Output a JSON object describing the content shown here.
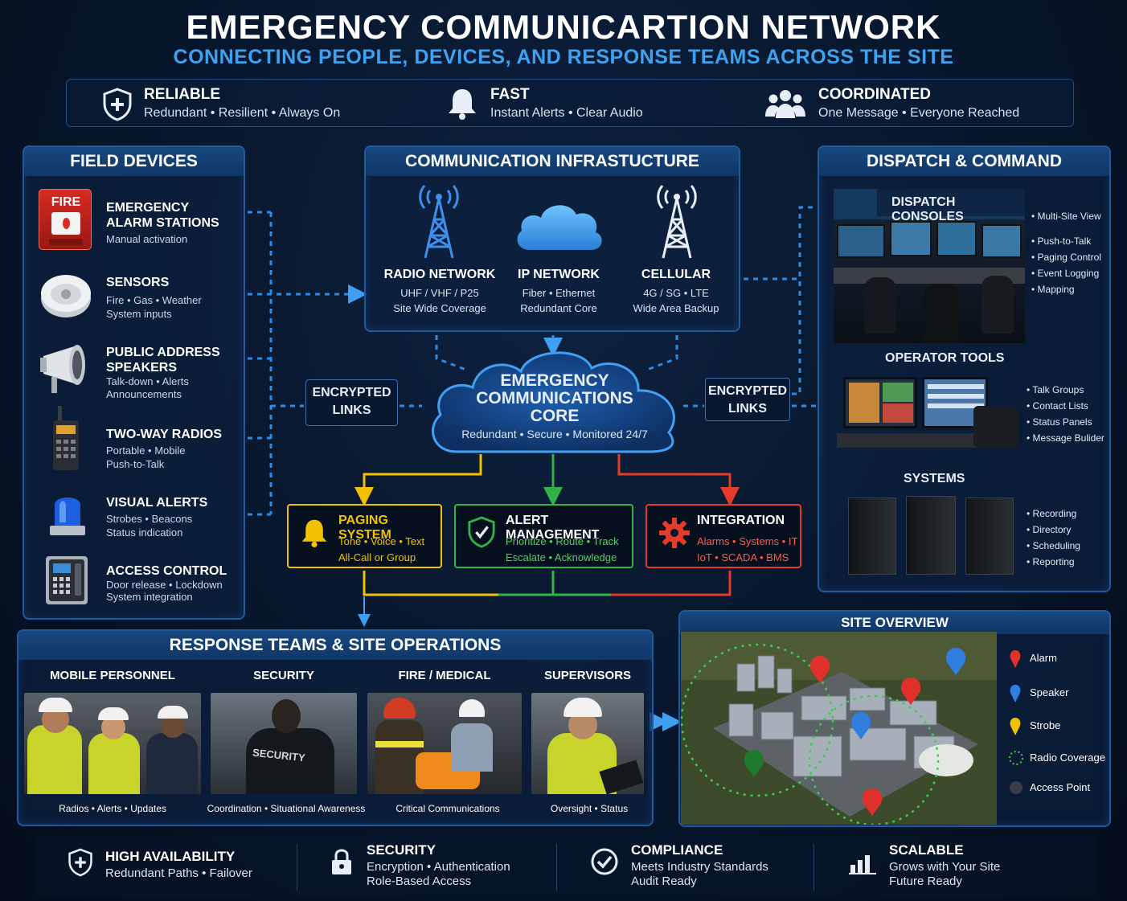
{
  "header": {
    "title": "EMERGENCY COMMUNICARTION NETWORK",
    "subtitle": "CONNECTING PEOPLE, DEVICES, AND RESPONSE TEAMS ACROSS THE SITE"
  },
  "features": [
    {
      "title": "RELIABLE",
      "subtitle": "Redundant • Resilient • Always On",
      "icon": "shield-plus-icon"
    },
    {
      "title": "FAST",
      "subtitle": "Instant Alerts • Clear Audio",
      "icon": "bell-icon"
    },
    {
      "title": "COORDINATED",
      "subtitle": "One Message • Everyone Reached",
      "icon": "people-group-icon"
    }
  ],
  "field_devices": {
    "heading": "FIELD DEVICES",
    "fire_label": "FIRE",
    "items": [
      {
        "title": "EMERGENCY\nALARM STATIONS",
        "subtitle": "Manual activation",
        "icon": "fire-alarm-icon"
      },
      {
        "title": "SENSORS",
        "subtitle": "Fire • Gas • Weather\nSystem inputs",
        "icon": "smoke-sensor-icon"
      },
      {
        "title": "PUBLIC ADDRESS\nSPEAKERS",
        "subtitle": "Talk-down • Alerts\nAnnouncements",
        "icon": "megaphone-icon"
      },
      {
        "title": "TWO-WAY RADIOS",
        "subtitle": "Portable • Mobile\nPush-to-Talk",
        "icon": "radio-icon"
      },
      {
        "title": "VISUAL ALERTS",
        "subtitle": "Strobes • Beacons\nStatus indication",
        "icon": "beacon-icon"
      },
      {
        "title": "ACCESS CONTROL",
        "subtitle": "Door release • Lockdown\nSystem integration",
        "icon": "access-panel-icon"
      }
    ]
  },
  "infrastructure": {
    "heading": "COMMUNICATION INFRASTUCTURE",
    "columns": [
      {
        "title": "RADIO NETWORK",
        "line1": "UHF / VHF / P25",
        "line2": "Site Wide Coverage",
        "icon": "radio-tower-icon"
      },
      {
        "title": "IP NETWORK",
        "line1": "Fiber • Ethernet",
        "line2": "Redundant Core",
        "icon": "cloud-icon"
      },
      {
        "title": "CELLULAR",
        "line1": "4G / SG • LTE",
        "line2": "Wide Area Backup",
        "icon": "cell-tower-icon"
      }
    ]
  },
  "core": {
    "title": "EMERGENCY\nCOMMUNICATIONS\nCORE",
    "subtitle": "Redundant • Secure • Monitored 24/7"
  },
  "encrypted_left": "ENCRYPTED\nLINKS",
  "encrypted_right": "ENCRYPTED\nLINKS",
  "systems": [
    {
      "title": "PAGING SYSTEM",
      "line1": "Tone • Voice • Text",
      "line2": "All-Call or Group",
      "color": "#f2c200",
      "icon": "bell-icon"
    },
    {
      "title": "ALERT MANAGEMENT",
      "line1": "Prioritize • Route • Track",
      "line2": "Escalate • Acknowledge",
      "color": "#32b34a",
      "icon": "shield-check-icon"
    },
    {
      "title": "INTEGRATION",
      "line1": "Alarms • Systems • IT",
      "line2": "IoT • SCADA • BMS",
      "color": "#e43b2a",
      "icon": "gear-icon"
    }
  ],
  "dispatch": {
    "heading": "DISPATCH & COMMAND",
    "consoles_label": "DISPATCH CONSOLES",
    "consoles_bullets": [
      "Multi-Site View",
      "Push-to-Talk",
      "Paging Control",
      "Event Logging",
      "Mapping"
    ],
    "operator_label": "OPERATOR TOOLS",
    "operator_bullets": [
      "Talk Groups",
      "Contact Lists",
      "Status Panels",
      "Message Bulider"
    ],
    "systems_label": "SYSTEMS",
    "systems_bullets": [
      "Recording",
      "Directory",
      "Scheduling",
      "Reporting"
    ]
  },
  "response": {
    "heading": "RESPONSE TEAMS & SITE OPERATIONS",
    "columns": [
      {
        "title": "MOBILE PERSONNEL",
        "caption": "Radios • Alerts • Updates"
      },
      {
        "title": "SECURITY",
        "caption": "Coordination • Situational Awareness",
        "jacket_text": "SECURITY"
      },
      {
        "title": "FIRE / MEDICAL",
        "caption": "Critical Communications"
      },
      {
        "title": "SUPERVISORS",
        "caption": "Oversight • Status"
      }
    ]
  },
  "site_overview": {
    "heading": "SITE OVERVIEW",
    "legend": [
      {
        "label": "Alarm",
        "color": "#e0302a",
        "icon": "alarm-pin-icon"
      },
      {
        "label": "Speaker",
        "color": "#2f7ee0",
        "icon": "speaker-pin-icon"
      },
      {
        "label": "Strobe",
        "color": "#f2c200",
        "icon": "strobe-pin-icon"
      },
      {
        "label": "Radio Coverage",
        "color": "#3ccf4e",
        "icon": "radio-coverage-icon"
      },
      {
        "label": "Access Point",
        "color": "#3a3f46",
        "icon": "access-point-icon"
      }
    ]
  },
  "bottom": [
    {
      "title": "HIGH AVAILABILITY",
      "line1": "Redundant Paths • Failover",
      "line2": "",
      "icon": "shield-plus-icon"
    },
    {
      "title": "SECURITY",
      "line1": "Encryption • Authentication",
      "line2": "Role-Based Access",
      "icon": "lock-icon"
    },
    {
      "title": "COMPLIANCE",
      "line1": "Meets Industry Standards",
      "line2": "Audit Ready",
      "icon": "check-circle-icon"
    },
    {
      "title": "SCALABLE",
      "line1": "Grows with Your Site",
      "line2": "Future Ready",
      "icon": "bar-chart-icon"
    }
  ]
}
